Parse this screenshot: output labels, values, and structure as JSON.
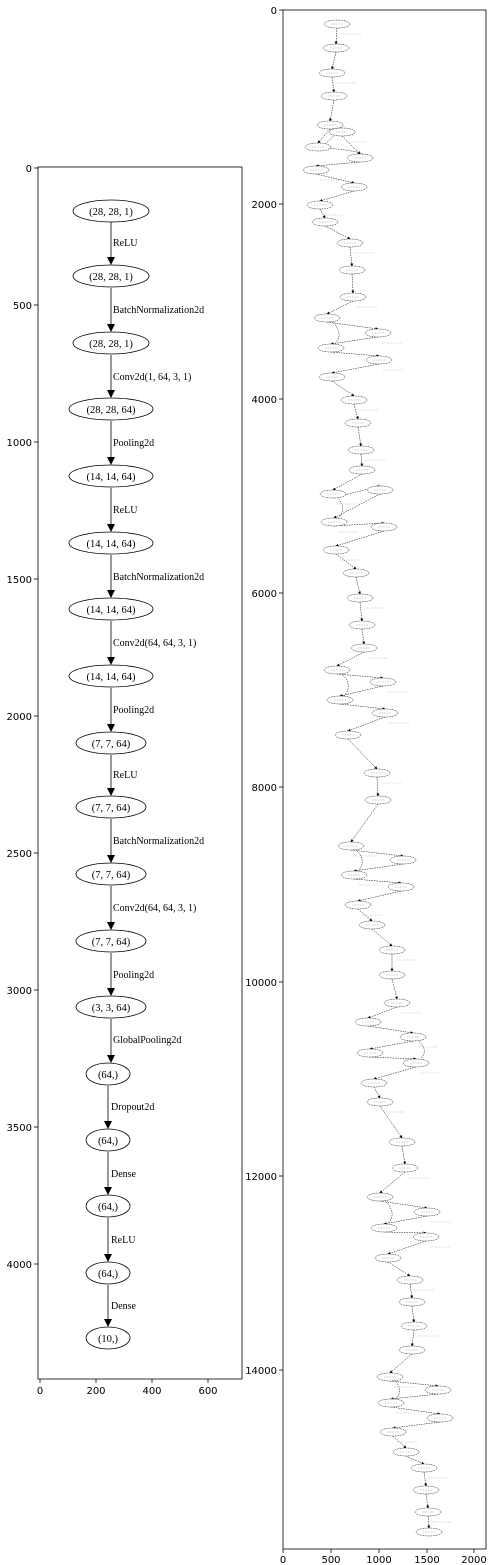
{
  "left_panel": {
    "x_ticks": [
      "0",
      "200",
      "400",
      "600"
    ],
    "y_ticks": [
      "0",
      "500",
      "1000",
      "1500",
      "2000",
      "2500",
      "3000",
      "3500",
      "4000"
    ],
    "nodes": [
      "(28, 28, 1)",
      "(28, 28, 1)",
      "(28, 28, 1)",
      "(28, 28, 64)",
      "(14, 14, 64)",
      "(14, 14, 64)",
      "(14, 14, 64)",
      "(14, 14, 64)",
      "(7, 7, 64)",
      "(7, 7, 64)",
      "(7, 7, 64)",
      "(7, 7, 64)",
      "(3, 3, 64)",
      "(64,)",
      "(64,)",
      "(64,)",
      "(64,)",
      "(10,)"
    ],
    "edges": [
      "ReLU",
      "BatchNormalization2d",
      "Conv2d(1, 64, 3, 1)",
      "Pooling2d",
      "ReLU",
      "BatchNormalization2d",
      "Conv2d(64, 64, 3, 1)",
      "Pooling2d",
      "ReLU",
      "BatchNormalization2d",
      "Conv2d(64, 64, 3, 1)",
      "Pooling2d",
      "GlobalPooling2d",
      "Dropout2d",
      "Dense",
      "ReLU",
      "Dense"
    ]
  },
  "right_panel": {
    "x_ticks": [
      "0",
      "500",
      "1000",
      "1500",
      "2000"
    ],
    "y_ticks": [
      "0",
      "2000",
      "4000",
      "6000",
      "8000",
      "10000",
      "12000",
      "14000"
    ]
  }
}
